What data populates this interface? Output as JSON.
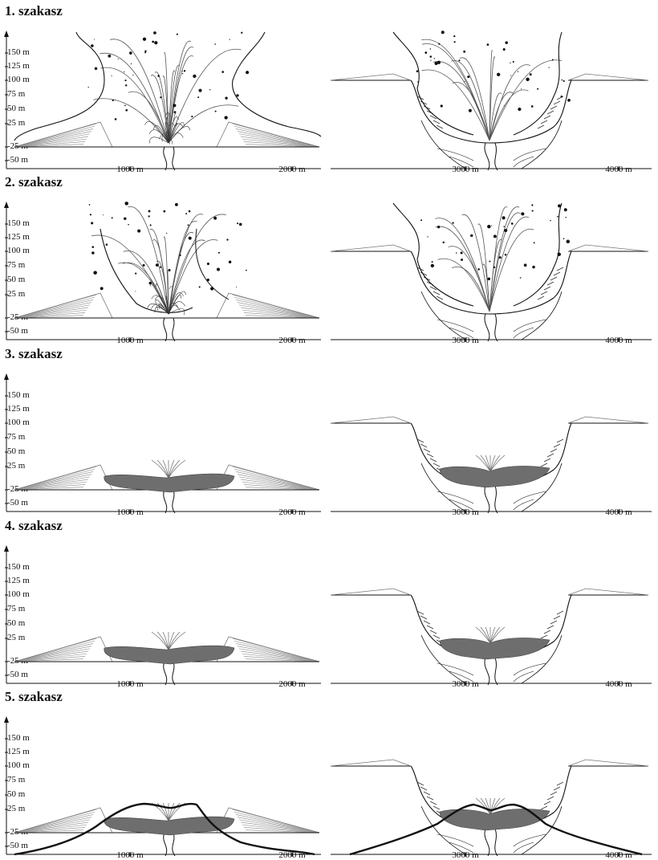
{
  "stages": [
    {
      "title": "1. szakasz",
      "lava_lake": false,
      "profile_line": false,
      "ejecta": true,
      "crater_rim_steep": true
    },
    {
      "title": "2. szakasz",
      "lava_lake": false,
      "profile_line": false,
      "ejecta": true,
      "crater_rim_steep": false
    },
    {
      "title": "3. szakasz",
      "lava_lake": true,
      "profile_line": false,
      "ejecta": false,
      "crater_rim_steep": false
    },
    {
      "title": "4. szakasz",
      "lava_lake": true,
      "profile_line": false,
      "ejecta": false,
      "crater_rim_steep": false
    },
    {
      "title": "5. szakasz",
      "lava_lake": true,
      "profile_line": true,
      "ejecta": false,
      "crater_rim_steep": false
    }
  ],
  "y_axis_labels": [
    "150 m",
    "125 m",
    "100 m",
    "75 m",
    "50 m",
    "25 m",
    "-25 m",
    "-50 m"
  ],
  "x_axis_labels_left": [
    "1000 m",
    "2000 m"
  ],
  "x_axis_labels_right": [
    "3000 m",
    "4000 m"
  ],
  "colors": {
    "lava": "#6e6e6e",
    "ink": "#111111",
    "hatch": "#9a9a9a",
    "profile": "#111111"
  }
}
